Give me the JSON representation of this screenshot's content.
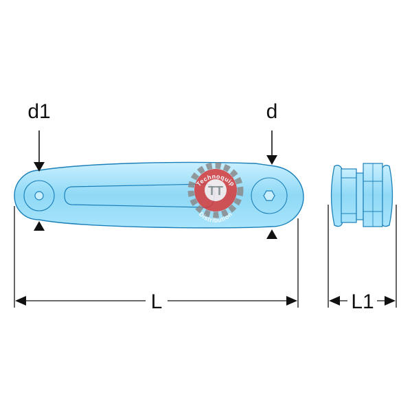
{
  "labels": {
    "d1": "d1",
    "d": "d",
    "L": "L",
    "L1": "L1"
  },
  "watermark": {
    "top_text": "Technoquip",
    "bottom_text": "Distribution",
    "monogram": "TT"
  },
  "colors": {
    "part_fill": "#8fd9f6",
    "part_light": "#c9efff",
    "part_outline": "#1a7fb8",
    "dimension_line": "#111111",
    "watermark_red": "#d73a3a",
    "watermark_gray": "#8a8a8a"
  }
}
